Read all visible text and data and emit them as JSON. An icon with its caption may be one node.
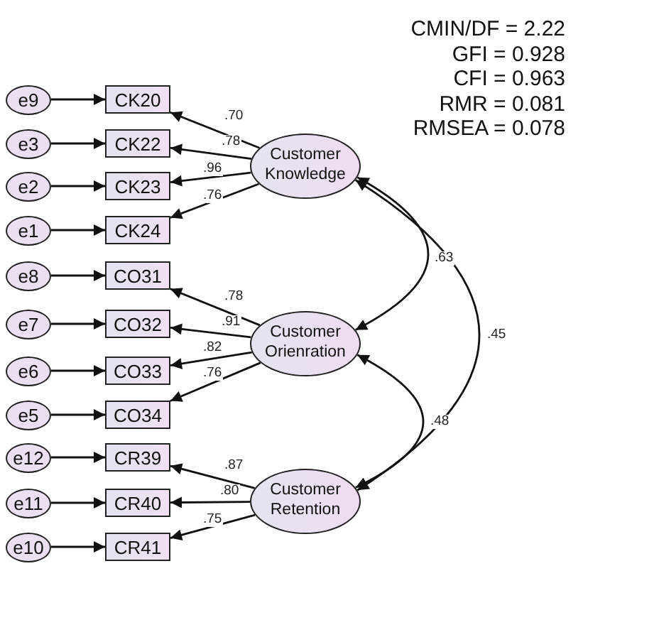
{
  "diagram": {
    "nodes": [
      {
        "text": [
          "e9"
        ]
      },
      {
        "text": [
          "CK20"
        ]
      },
      {
        "text": [
          "e3"
        ]
      },
      {
        "text": [
          "CK22"
        ]
      },
      {
        "text": [
          "e2"
        ]
      },
      {
        "text": [
          "CK23"
        ]
      },
      {
        "text": [
          "e1"
        ]
      },
      {
        "text": [
          "CK24"
        ]
      },
      {
        "text": [
          "e8"
        ]
      },
      {
        "text": [
          "CO31"
        ]
      },
      {
        "text": [
          "e7"
        ]
      },
      {
        "text": [
          "CO32"
        ]
      },
      {
        "text": [
          "e6"
        ]
      },
      {
        "text": [
          "CO33"
        ]
      },
      {
        "text": [
          "e5"
        ]
      },
      {
        "text": [
          "CO34"
        ]
      },
      {
        "text": [
          "e12"
        ]
      },
      {
        "text": [
          "CR39"
        ]
      },
      {
        "text": [
          "e11"
        ]
      },
      {
        "text": [
          "CR40"
        ]
      },
      {
        "text": [
          "e10"
        ]
      },
      {
        "text": [
          "CR41"
        ]
      },
      {
        "text": [
          "Customer Knowledge"
        ]
      },
      {
        "text": [
          "Customer Orienration"
        ]
      },
      {
        "text": [
          "Customer Retention"
        ]
      }
    ],
    "edges": [
      {
        "from": 0,
        "to": 1,
        "arrow": "to"
      },
      {
        "from": 2,
        "to": 3,
        "arrow": "to"
      },
      {
        "from": 4,
        "to": 5,
        "arrow": "to"
      },
      {
        "from": 6,
        "to": 7,
        "arrow": "to"
      },
      {
        "from": 8,
        "to": 9,
        "arrow": "to"
      },
      {
        "from": 10,
        "to": 11,
        "arrow": "to"
      },
      {
        "from": 12,
        "to": 13,
        "arrow": "to"
      },
      {
        "from": 14,
        "to": 15,
        "arrow": "to"
      },
      {
        "from": 16,
        "to": 17,
        "arrow": "to"
      },
      {
        "from": 18,
        "to": 19,
        "arrow": "to"
      },
      {
        "from": 20,
        "to": 21,
        "arrow": "to"
      },
      {
        "from": 22,
        "to": 1,
        "arrow": "to",
        "label": ".70"
      },
      {
        "from": 22,
        "to": 3,
        "arrow": "to",
        "label": ".78"
      },
      {
        "from": 22,
        "to": 5,
        "arrow": "to",
        "label": ".96"
      },
      {
        "from": 22,
        "to": 7,
        "arrow": "to",
        "label": ".76"
      },
      {
        "from": 23,
        "to": 9,
        "arrow": "to",
        "label": ".78"
      },
      {
        "from": 23,
        "to": 11,
        "arrow": "to",
        "label": ".91"
      },
      {
        "from": 23,
        "to": 13,
        "arrow": "to",
        "label": ".82"
      },
      {
        "from": 23,
        "to": 15,
        "arrow": "to",
        "label": ".76"
      },
      {
        "from": 24,
        "to": 17,
        "arrow": "to",
        "label": ".87"
      },
      {
        "from": 24,
        "to": 19,
        "arrow": "to",
        "label": ".80"
      },
      {
        "from": 24,
        "to": 21,
        "arrow": "to",
        "label": ".75"
      },
      {
        "from": 22,
        "to": 23,
        "arrow": "both",
        "label": ".63"
      },
      {
        "from": 22,
        "to": 24,
        "arrow": "both",
        "label": ".45"
      },
      {
        "from": 23,
        "to": 24,
        "arrow": "both",
        "label": ".48"
      }
    ],
    "labels": [
      "CMIN/DF = 2.22",
      "GFI = 0.928",
      "CFI = 0.963",
      "RMR = 0.081",
      "RMSEA = 0.078"
    ]
  }
}
